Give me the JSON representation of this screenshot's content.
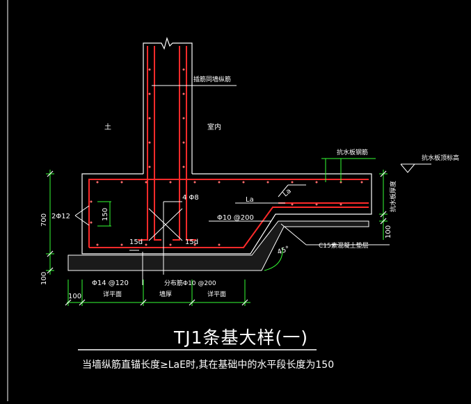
{
  "drawing": {
    "title": "TJ1条基大样(一)",
    "note": "当墙纵筋直锚长度≥LaE时,其在基础中的水平段长度为150"
  },
  "labels": {
    "wall_distribution_bars": "插筋同墙纵筋",
    "soil": "土",
    "indoor": "室内",
    "anti_water_slab_bars": "抗水板钢筋",
    "anti_water_slab_elevation": "抗水板顶标高",
    "anti_water_slab_thickness": "抗水板厚度",
    "la_top": "La",
    "la_slope": "La",
    "four_phi8": "4 Φ8",
    "two_phi12": "2Φ12",
    "dim_150_small": "150",
    "phi10_200": "Φ10 @200",
    "fifteen_d_left": "15d",
    "fifteen_d_right": "15d",
    "c15_cushion": "C15素混凝土垫层",
    "angle": "45°",
    "phi14_120": "Φ14 @120",
    "distribution_bars": "分布筋Φ10 @200",
    "see_plan_left": "详平面",
    "wall_thickness": "墙厚",
    "see_plan_right": "详平面",
    "dim_700": "700",
    "dim_100_left": "100",
    "dim_100_bottom": "100",
    "dim_100_right": "100"
  },
  "colors": {
    "background": "#000000",
    "outline": "#ffffff",
    "rebar": "#ff2a2a",
    "rebar_dots": "#ff6a6a",
    "dimension": "#33ff33",
    "title_line": "#ffffff"
  }
}
